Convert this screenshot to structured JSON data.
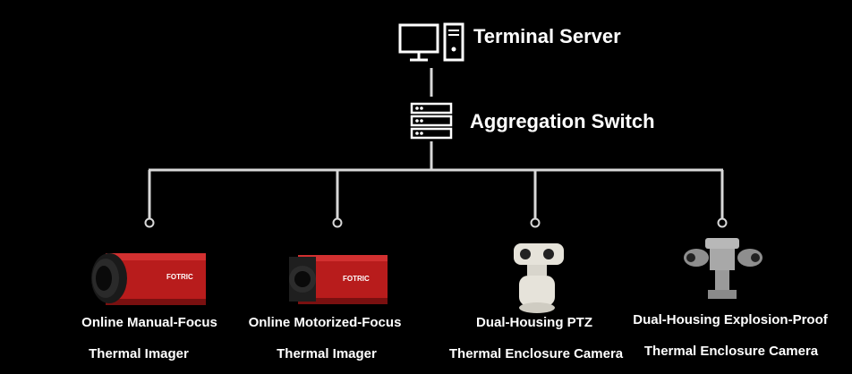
{
  "server": {
    "title": "Terminal Server"
  },
  "switch": {
    "title": "Aggregation Switch"
  },
  "devices": [
    {
      "line1": "Online Manual-Focus",
      "line2": "Thermal Imager",
      "brand": "FOTRIC"
    },
    {
      "line1": "Online Motorized-Focus",
      "line2": "Thermal Imager",
      "brand": "FOTRIC"
    },
    {
      "line1": "Dual-Housing PTZ",
      "line2": "Thermal Enclosure Camera"
    },
    {
      "line1": "Dual-Housing Explosion-Proof",
      "line2": "Thermal Enclosure Camera"
    }
  ],
  "colors": {
    "line": "#d8d8d8",
    "camera_body": "#b81c1c",
    "background": "#000000"
  }
}
